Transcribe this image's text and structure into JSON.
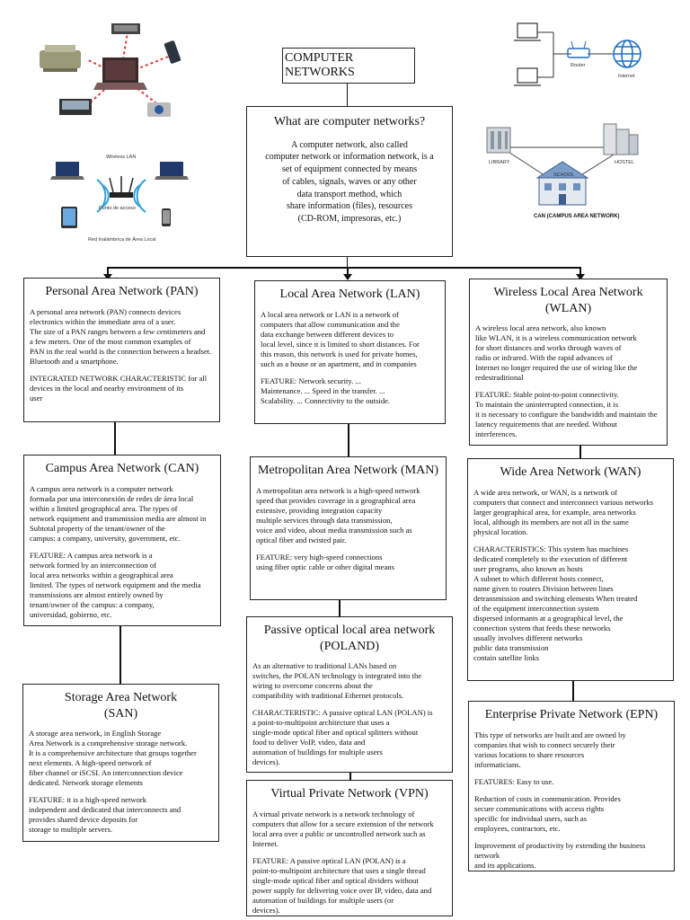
{
  "title": "COMPUTER NETWORKS",
  "intro": {
    "heading": "What are computer networks?",
    "body": "A computer network, also called\ncomputer network or information network, is a\nset of equipment connected by means\nof cables, signals, waves or any other\ndata transport method, which\nshare information (files), resources\n(CD-ROM, impresoras, etc.)"
  },
  "images": {
    "wlan_title": "Wireless LAN",
    "ap_label": "Punto de acceso",
    "wlan_caption": "Red Inalámbrica de Área Local",
    "router_label": "Router",
    "internet_label": "Internet",
    "library_label": "LIBRARY",
    "hostel_label": "HOSTEL",
    "school_label": "SCHOOL",
    "can_caption": "CAN (CAMPUS AREA NETWORK)"
  },
  "boxes": {
    "pan": {
      "title": "Personal Area Network (PAN)",
      "p1": "A personal area network (PAN) connects devices\nelectronics within the immediate area of a user.\nThe size of a PAN ranges between a few centimeters and\na few meters. One of the most common examples of\nPAN in the real world is the connection between a headset.\nBluetooth and a smartphone.",
      "p2": "INTEGRATED NETWORK CHARACTERISTIC for all\ndevices in the local and nearby environment of its\nuser"
    },
    "lan": {
      "title": "Local Area Network (LAN)",
      "p1": "A local area network or LAN is a network of\ncomputers that allow communication and the\ndata exchange between different devices to\nlocal level, since it is limited to short distances. For\nthis reason, this network is used for private homes,\nsuch as a house or an apartment, and in companies",
      "p2": "FEATURE: Network security. ...\nMaintenance. ... Speed in the transfer. ...\nScalability. ... Connectivity to the outside."
    },
    "wlan": {
      "title": "Wireless Local Area Network\n(WLAN)",
      "p1": "A wireless local area network, also known\nlike WLAN, it is a wireless communication network\nfor short distances and works through waves of\nradio or infrared. With the rapid advances of\nInternet no longer required the use of wiring like the\nredestraditional",
      "p2": "FEATURE: Stable point-to-point connectivity.\nTo maintain the uninterrupted connection, it is\nit is necessary to configure the bandwidth and maintain the\nlatency requirements that are needed. Without\ninterferences."
    },
    "can": {
      "title": "Campus Area Network (CAN)",
      "p1": "A campus area network is a computer network\nformada por una interconexión de redes de área local\nwithin a limited geographical area. The types of\nnetwork equipment and transmission media are almost in\nSubtotal property of the tenant/owner of the\ncampus: a company, university, government, etc.",
      "p2": "FEATURE: A campus area network is a\nnetwork formed by an interconnection of\nlocal area networks within a geographical area\nlimited. The types of network equipment and the media\ntransmissions are almost entirely owned by\ntenant/owner of the campus: a company,\nuniversidad, gobierno, etc."
    },
    "man": {
      "title": "Metropolitan Area Network (MAN)",
      "p1": "A metropolitan area network is a high-speed network\nspeed that provides coverage in a geographical area\nextensive, providing integration capacity\nmultiple services through data transmission,\nvoice and video, about media transmission such as\noptical fiber and twisted pair.",
      "p2": "FEATURE: very high-speed connections\nusing fiber optic cable or other digital means"
    },
    "wan": {
      "title": "Wide Area Network (WAN)",
      "p1": "A wide area network, or WAN, is a network of\ncomputers that connect and interconnect various networks\nlarger geographical area, for example, area networks\nlocal, although its members are not all in the same\nphysical location.",
      "p2": "CHARACTERISTICS: This system has machines\ndedicated completely to the execution of different\nuser programs, also known as hosts\nA subnet to which different hosts connect,\nname given to routers Division between lines\ndetransmission and switching elements When treated\nof the equipment interconnection system\ndispersed informants at a geographical level, the\nconnection system that feeds these networks\nusually involves different networks\npublic data transmission\ncontain satellite links"
    },
    "poland": {
      "title": "Passive optical local area network\n(POLAND)",
      "p1": "As an alternative to traditional LANs based on\nswitches, the POLAN technology is integrated into the\nwiring to overcome concerns about the\ncompatibility with traditional Ethernet protocols.",
      "p2": "CHARACTERISTIC: A passive optical LAN (POLAN) is\na point-to-multipoint architecture that uses a\nsingle-mode optical fiber and optical splitters without\nfood to deliver VoIP, video, data and\nautomation of buildings for multiple users\ndevices)."
    },
    "san": {
      "title": "Storage Area Network\n(SAN)",
      "p1": "A storage area network, in English Storage\nArea Network is a comprehensive storage network.\nIt is a comprehensive architecture that groups together\nnext elements. A high-speed network of\nfiber channel or iSCSI. An interconnection device\ndedicated. Network storage elements",
      "p2": "FEATURE: it is a high-speed network\nindependent and dedicated that interconnects and\nprovides shared device deposits for\nstorage to multiple servers."
    },
    "epn": {
      "title": "Enterprise Private Network (EPN)",
      "p1": "This type of networks are built and are owned by\ncompanies that wish to connect securely their\nvarious locations to share resources\ninformaticians.",
      "p2": "FEATURES: Easy to use.",
      "p3": "Reduction of costs in communication. Provides\nsecure communications with access rights\nspecific for individual users, such as\nemployees, contractors, etc.",
      "p4": "Improvement of productivity by extending the business network\nand its applications."
    },
    "vpn": {
      "title": "Virtual Private Network (VPN)",
      "p1": "A virtual private network is a network technology of\ncomputers that allow for a secure extension of the network\nlocal area over a public or uncontrolled network such as\nInternet.",
      "p2": "FEATURE: A passive optical LAN (POLAN) is a\npoint-to-multipoint architecture that uses a single thread\nsingle-mode optical fiber and optical dividers without\npower supply for delivering voice over IP, video, data and\nautomation of buildings for multiple users (or\ndevices)."
    }
  }
}
